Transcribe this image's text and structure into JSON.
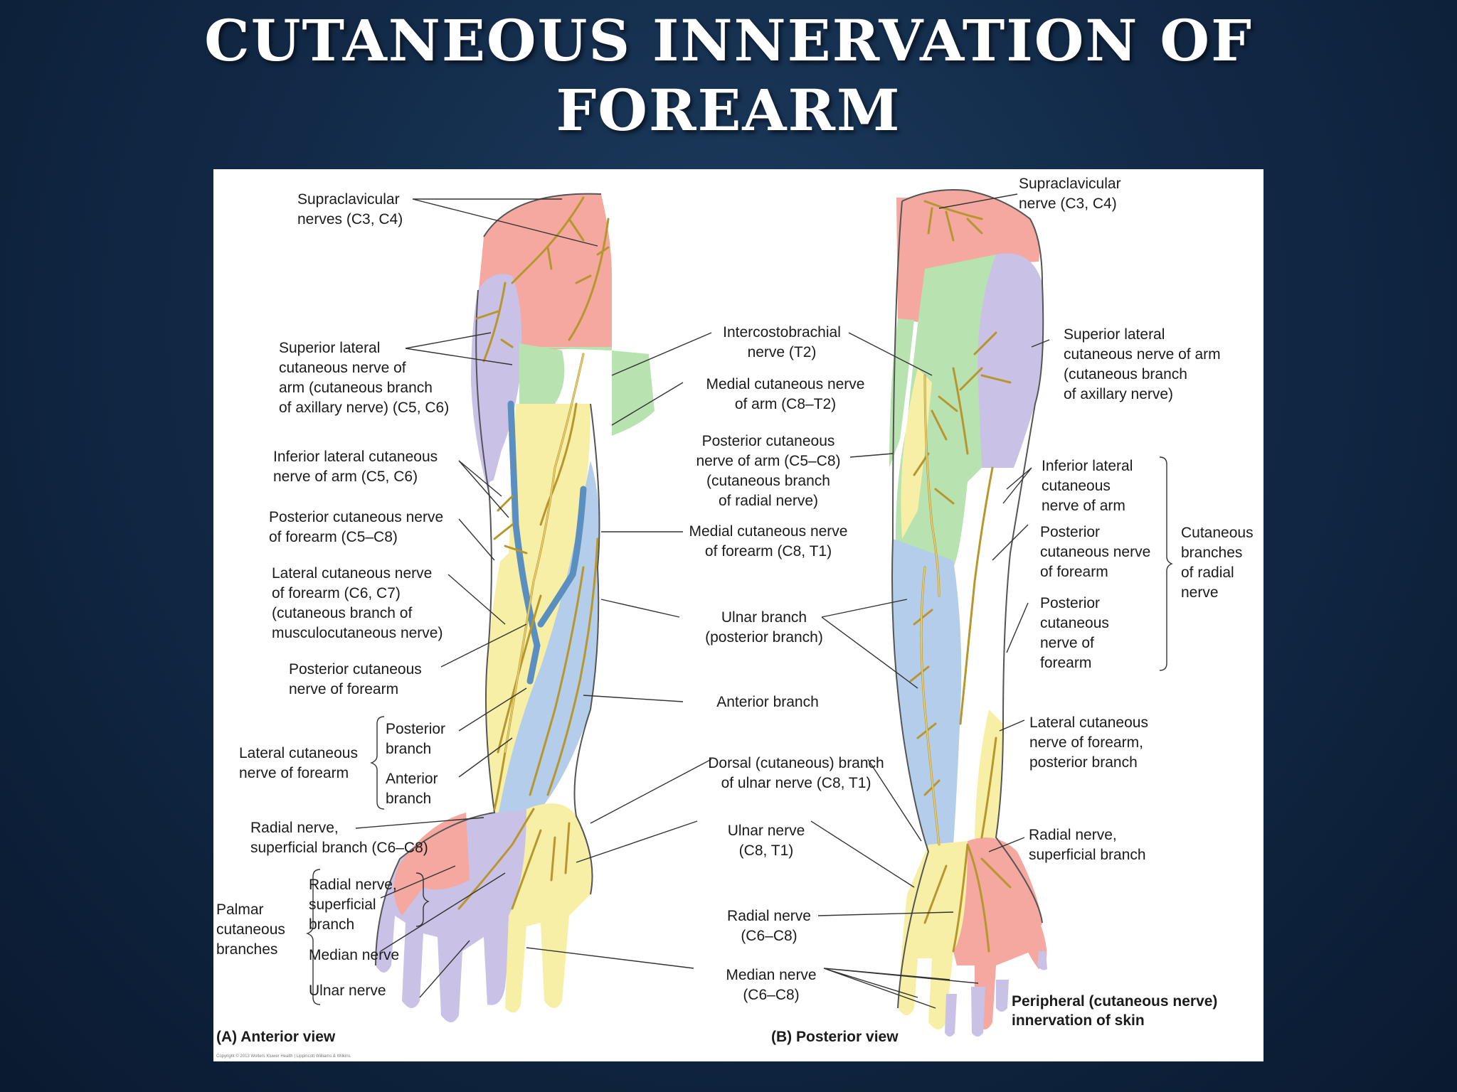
{
  "title": {
    "line1": "CUTANEOUS INNERVATION OF",
    "line2": "FOREARM"
  },
  "colors": {
    "background": "#122a48",
    "supraclavicular_zone": "#f4a8a0",
    "axillary_zone": "#c9c2e6",
    "intercostobrachial_zone": "#b8e2b0",
    "medial_zone": "#b3cdea",
    "lateral_zone": "#f7efa6",
    "nerve": "#d8b94a",
    "vein": "#5a8fc0"
  },
  "anterior": {
    "caption": "(A) Anterior view",
    "labels": {
      "supraclavicular": [
        "Supraclavicular",
        "nerves (C3, C4)"
      ],
      "superior_lateral": [
        "Superior lateral",
        "cutaneous nerve of",
        "arm (cutaneous branch",
        "of axillary nerve) (C5, C6)"
      ],
      "inferior_lateral": [
        "Inferior lateral cutaneous",
        "nerve of arm  (C5, C6)"
      ],
      "posterior_cut_forearm": [
        "Posterior cutaneous nerve",
        "of forearm (C5–C8)"
      ],
      "lateral_cut_forearm": [
        "Lateral cutaneous nerve",
        "of forearm (C6, C7)",
        "(cutaneous branch of",
        "musculocutaneous nerve)"
      ],
      "posterior_cut_forearm_2": [
        "Posterior cutaneous",
        "nerve of forearm"
      ],
      "lateral_cut_group": [
        "Lateral cutaneous",
        "nerve of forearm"
      ],
      "posterior_branch": [
        "Posterior",
        "branch"
      ],
      "anterior_branch_left": [
        "Anterior",
        "branch"
      ],
      "radial_superficial": [
        "Radial nerve,",
        "superficial branch (C6–C8)"
      ],
      "palmar_group": [
        "Palmar",
        "cutaneous",
        "branches"
      ],
      "palmar_radial": [
        "Radial nerve,",
        "superficial",
        "branch"
      ],
      "palmar_median": [
        "Median nerve"
      ],
      "palmar_ulnar": [
        "Ulnar nerve"
      ]
    }
  },
  "center_labels": {
    "intercostobrachial": [
      "Intercostobrachial",
      "nerve (T2)"
    ],
    "medial_cut_arm": [
      "Medial cutaneous nerve",
      "of arm (C8–T2)"
    ],
    "posterior_cut_arm": [
      "Posterior cutaneous",
      "nerve of arm (C5–C8)",
      "(cutaneous branch",
      "of radial nerve)"
    ],
    "medial_cut_forearm": [
      "Medial cutaneous nerve",
      "of forearm (C8, T1)"
    ],
    "ulnar_branch": [
      "Ulnar branch",
      "(posterior branch)"
    ],
    "anterior_branch": [
      "Anterior branch"
    ],
    "dorsal_branch": [
      "Dorsal (cutaneous) branch",
      "of ulnar nerve (C8, T1)"
    ],
    "ulnar_nerve": [
      "Ulnar nerve",
      "(C8, T1)"
    ],
    "radial_nerve": [
      "Radial nerve",
      "(C6–C8)"
    ],
    "median_nerve": [
      "Median nerve",
      "(C6–C8)"
    ]
  },
  "posterior": {
    "caption": "(B) Posterior view",
    "labels": {
      "supraclavicular": [
        "Supraclavicular",
        "nerve (C3, C4)"
      ],
      "superior_lateral": [
        "Superior lateral",
        "cutaneous nerve of arm",
        "(cutaneous branch",
        "of axillary nerve)"
      ],
      "inferior_lateral": [
        "Inferior lateral",
        "cutaneous",
        "nerve of arm"
      ],
      "posterior_cut_forearm": [
        "Posterior",
        "cutaneous nerve",
        "of forearm"
      ],
      "posterior_cut_forearm_2": [
        "Posterior",
        "cutaneous",
        "nerve of",
        "forearm"
      ],
      "radial_group": [
        "Cutaneous",
        "branches",
        "of radial",
        "nerve"
      ],
      "lateral_cut_forearm": [
        "Lateral cutaneous",
        "nerve of forearm,",
        "posterior branch"
      ],
      "radial_superficial": [
        "Radial nerve,",
        "superficial branch"
      ]
    }
  },
  "legend_note": [
    "Peripheral (cutaneous nerve)",
    "innervation of skin"
  ],
  "copyright": "Copyright © 2013 Wolters Kluwer Health | Lippincott Williams & Wilkins"
}
